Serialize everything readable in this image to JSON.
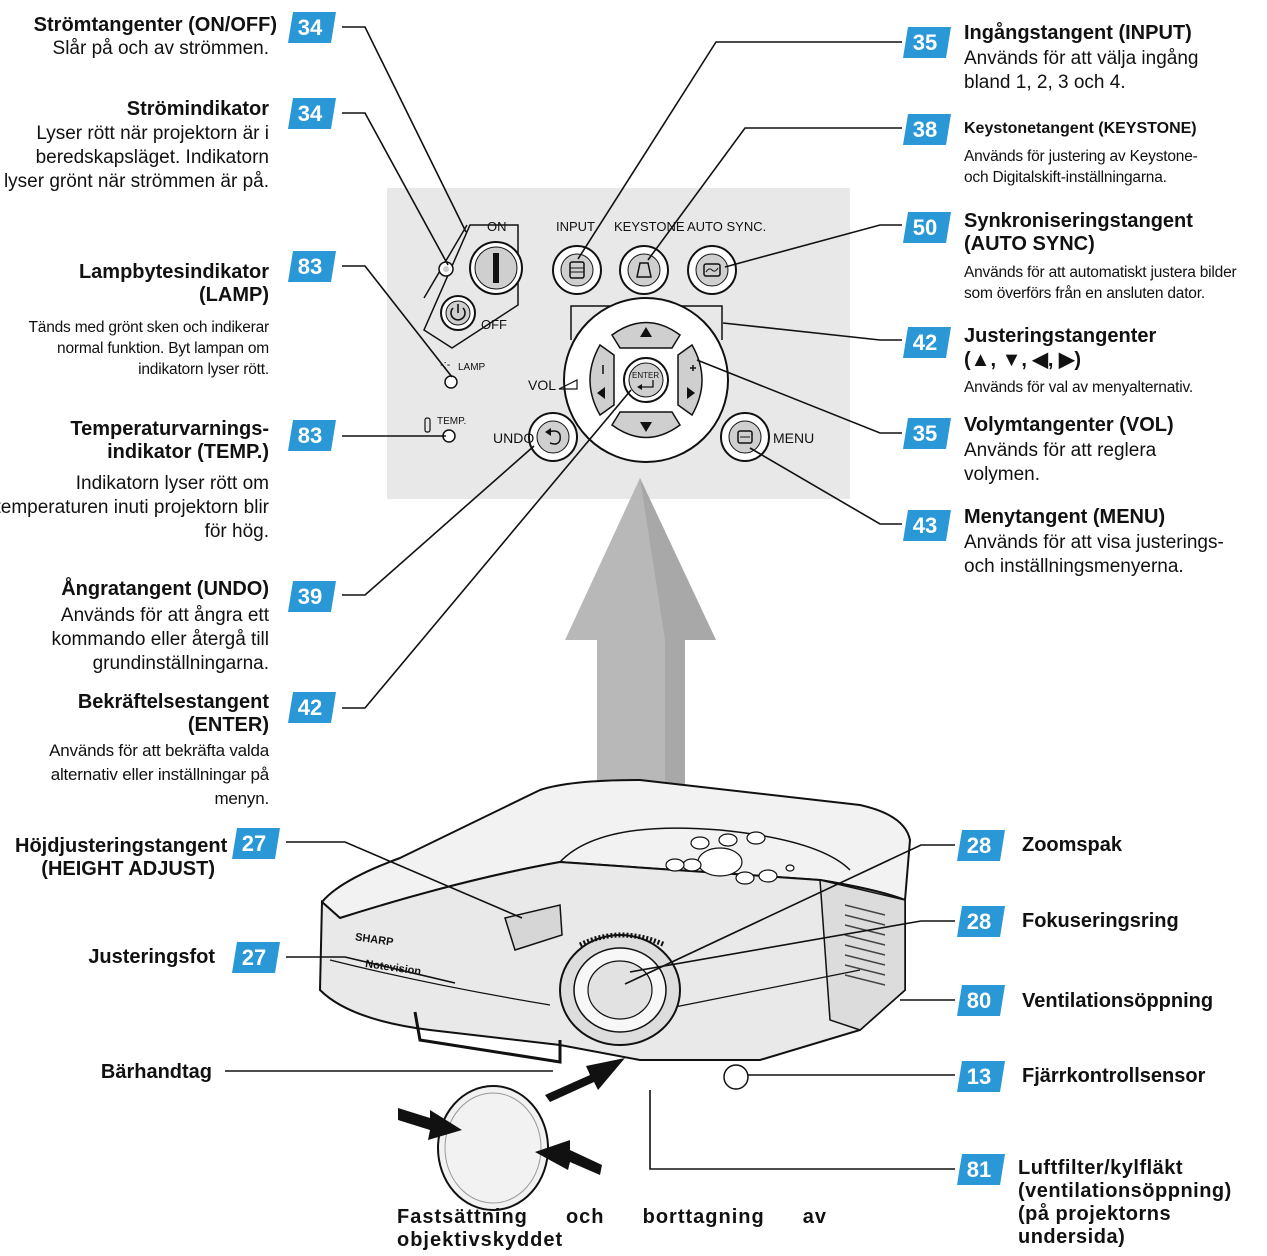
{
  "colors": {
    "badge": "#2a97d6",
    "panel": "#e8e8e8",
    "arrow": "#b4b4b4"
  },
  "left": [
    {
      "page": "34",
      "title": "Strömtangenter (ON/OFF)",
      "desc": "Slår på och av strömmen."
    },
    {
      "page": "34",
      "title": "Strömindikator",
      "desc": "Lyser rött när projektorn är i beredskapsläget. Indikatorn lyser grönt när strömmen är på."
    },
    {
      "page": "83",
      "title": "Lampbytesindikator (LAMP)",
      "desc": "Tänds med grönt sken och indikerar normal funktion. Byt lampan om indikatorn lyser rött."
    },
    {
      "page": "83",
      "title": "Temperaturvarnings-indikator (TEMP.)",
      "desc": "Indikatorn lyser rött om temperaturen inuti projektorn blir för hög."
    },
    {
      "page": "39",
      "title": "Ångratangent (UNDO)",
      "desc": "Används för att ångra ett kommando eller återgå till grundinställningarna."
    },
    {
      "page": "42",
      "title": "Bekräftelsestangent (ENTER)",
      "desc": "Används för att bekräfta valda alternativ eller inställningar på menyn."
    },
    {
      "page": "27",
      "title": "Höjdjusteringstangent (HEIGHT ADJUST)",
      "desc": ""
    },
    {
      "page": "27",
      "title": "Justeringsfot",
      "desc": ""
    },
    {
      "page": "",
      "title": "Bärhandtag",
      "desc": ""
    }
  ],
  "right": [
    {
      "page": "35",
      "title": "Ingångstangent (INPUT)",
      "desc": "Används för att välja ingång bland 1, 2, 3 och 4."
    },
    {
      "page": "38",
      "title": "Keystonetangent (KEYSTONE)",
      "desc": "Används för justering av Keystone- och Digitalskift-inställningarna."
    },
    {
      "page": "50",
      "title": "Synkroniseringstangent (AUTO SYNC)",
      "desc": "Används för att automatiskt justera bilder som överförs från en ansluten dator."
    },
    {
      "page": "42",
      "title": "Justeringstangenter (▲, ▼, ◀, ▶)",
      "desc": "Används för val av menyalternativ."
    },
    {
      "page": "35",
      "title": "Volymtangenter (VOL)",
      "desc": "Används för att reglera volymen."
    },
    {
      "page": "43",
      "title": "Menytangent (MENU)",
      "desc": "Används för att visa justerings- och inställningsmenyerna."
    },
    {
      "page": "28",
      "title": "Zoomspak",
      "desc": ""
    },
    {
      "page": "28",
      "title": "Fokuseringsring",
      "desc": ""
    },
    {
      "page": "80",
      "title": "Ventilationsöppning",
      "desc": ""
    },
    {
      "page": "13",
      "title": "Fjärrkontrollsensor",
      "desc": ""
    },
    {
      "page": "81",
      "title": "Luftfilter/kylfläkt (ventilationsöppning) (på projektorns undersida)",
      "desc": ""
    }
  ],
  "caption": "Fastsättning och borttagning av objektivskyddet",
  "panel_labels": {
    "on": "ON",
    "off": "OFF",
    "input": "INPUT",
    "keystone": "KEYSTONE",
    "auto_sync": "AUTO SYNC.",
    "lamp": "LAMP",
    "temp": "TEMP.",
    "vol": "VOL",
    "undo": "UNDO",
    "menu": "MENU",
    "enter": "ENTER"
  },
  "projector_labels": {
    "brand": "SHARP",
    "model": "Notevision"
  }
}
